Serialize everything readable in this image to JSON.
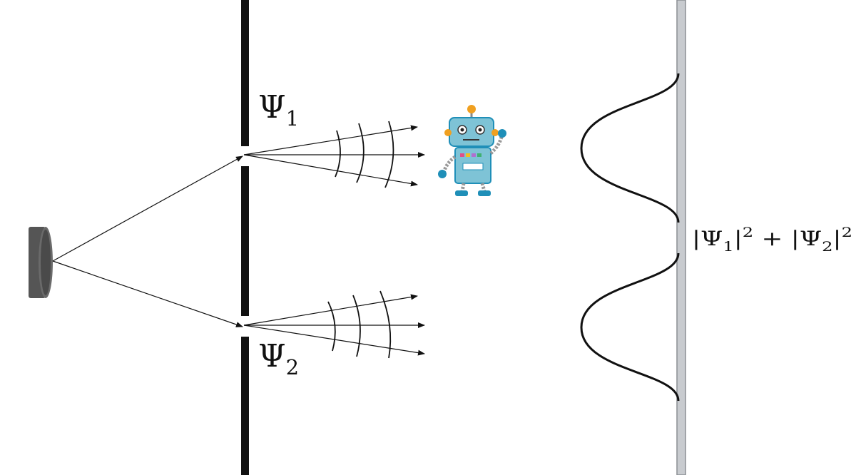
{
  "labels": {
    "psi_1": {
      "main": "Ψ",
      "sub": "1"
    },
    "psi_2": {
      "main": "Ψ",
      "sub": "2"
    },
    "formula": {
      "bar_open_1": "|Ψ",
      "sub_1": "1",
      "bar_close_1": "|",
      "sup_1": "2",
      "plus": " + ",
      "bar_open_2": "|Ψ",
      "sub_2": "2",
      "bar_close_2": "|",
      "sup_2": "2"
    }
  },
  "icons": {
    "source": "particle-source-icon",
    "robot": "robot-observer-icon"
  },
  "colors": {
    "barrier": "#111111",
    "screen_fill": "#c8cbcf",
    "screen_edge": "#8b8f94",
    "source": "#555555",
    "robot_body": "#7ec3d6",
    "robot_accent": "#1f8fb8",
    "robot_antenna": "#f0a020"
  }
}
